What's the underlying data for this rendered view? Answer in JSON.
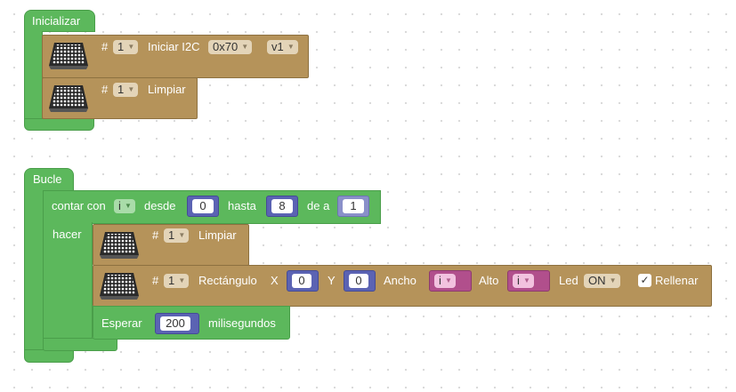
{
  "init": {
    "hat_label": "Inicializar",
    "blocks": [
      {
        "hash": "#",
        "num": "1",
        "text": "Iniciar I2C",
        "addr": "0x70",
        "version": "v1"
      },
      {
        "hash": "#",
        "num": "1",
        "text": "Limpiar"
      }
    ]
  },
  "loop": {
    "hat_label": "Bucle",
    "for_block": {
      "count_with": "contar con",
      "var": "i",
      "from": "desde",
      "from_value": "0",
      "to": "hasta",
      "to_value": "8",
      "by": "de a",
      "by_value": "1",
      "do": "hacer"
    },
    "clear_block": {
      "hash": "#",
      "num": "1",
      "text": "Limpiar"
    },
    "rect_block": {
      "hash": "#",
      "num": "1",
      "text": "Rectángulo",
      "x_label": "X",
      "x_value": "0",
      "y_label": "Y",
      "y_value": "0",
      "width_label": "Ancho",
      "width_var": "i",
      "height_label": "Alto",
      "height_var": "i",
      "led_label": "Led",
      "led_value": "ON",
      "fill_label": "Rellenar",
      "fill_check": "✓"
    },
    "wait_block": {
      "text": "Esperar",
      "value": "200",
      "unit": "milisegundos"
    }
  },
  "colors": {
    "logic_green": "#5cb85c",
    "matrix_gold": "#b5935a",
    "math_blue": "#5b63b3",
    "variable_pink": "#b14f8c"
  }
}
